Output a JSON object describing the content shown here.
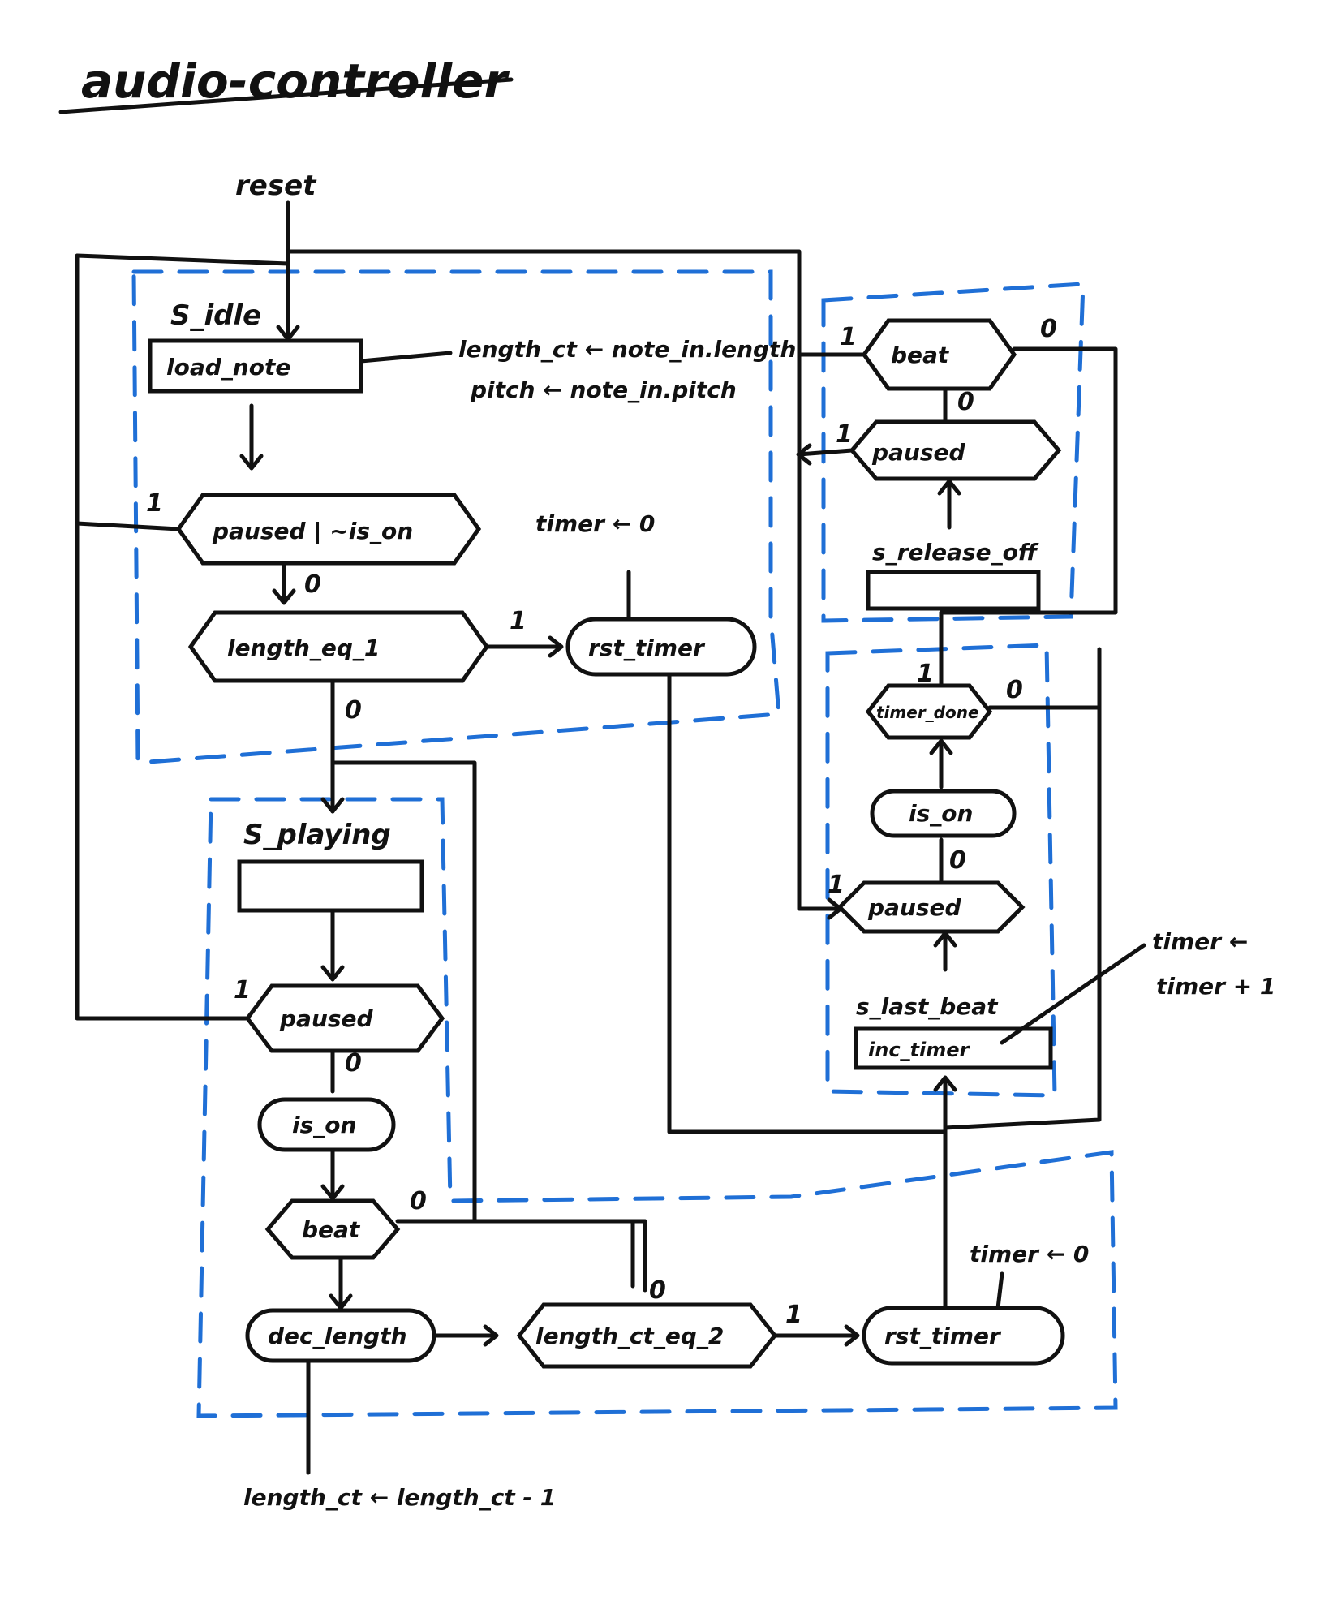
{
  "title": "audio-controller",
  "reset": "reset",
  "states": {
    "idle": "S_idle",
    "playing": "S_playing",
    "release_off": "s_release_off",
    "last_beat": "s_last_beat"
  },
  "actions": {
    "load_note": "load_note",
    "inc_timer": "inc_timer"
  },
  "notes": {
    "load_assign_1": "length_ct ← note_in.length",
    "load_assign_2": "pitch ← note_in.pitch",
    "timer_zero_1": "timer ← 0",
    "timer_zero_2": "timer ← 0",
    "timer_inc_1": "timer ←",
    "timer_inc_2": "timer + 1",
    "length_dec": "length_ct ← length_ct - 1"
  },
  "decisions": {
    "paused_not_is_on": "paused | ~is_on",
    "length_eq_1": "length_eq_1",
    "paused_playing": "paused",
    "beat_playing": "beat",
    "length_ct_eq_2": "length_ct_eq_2",
    "beat_release": "beat",
    "paused_release": "paused",
    "timer_done": "timer_done",
    "paused_last": "paused"
  },
  "conditional_actions": {
    "rst_timer_1": "rst_timer",
    "rst_timer_2": "rst_timer",
    "is_on_playing": "is_on",
    "dec_length": "dec_length",
    "is_on_last": "is_on"
  },
  "branch_labels": {
    "one": "1",
    "zero": "0"
  }
}
